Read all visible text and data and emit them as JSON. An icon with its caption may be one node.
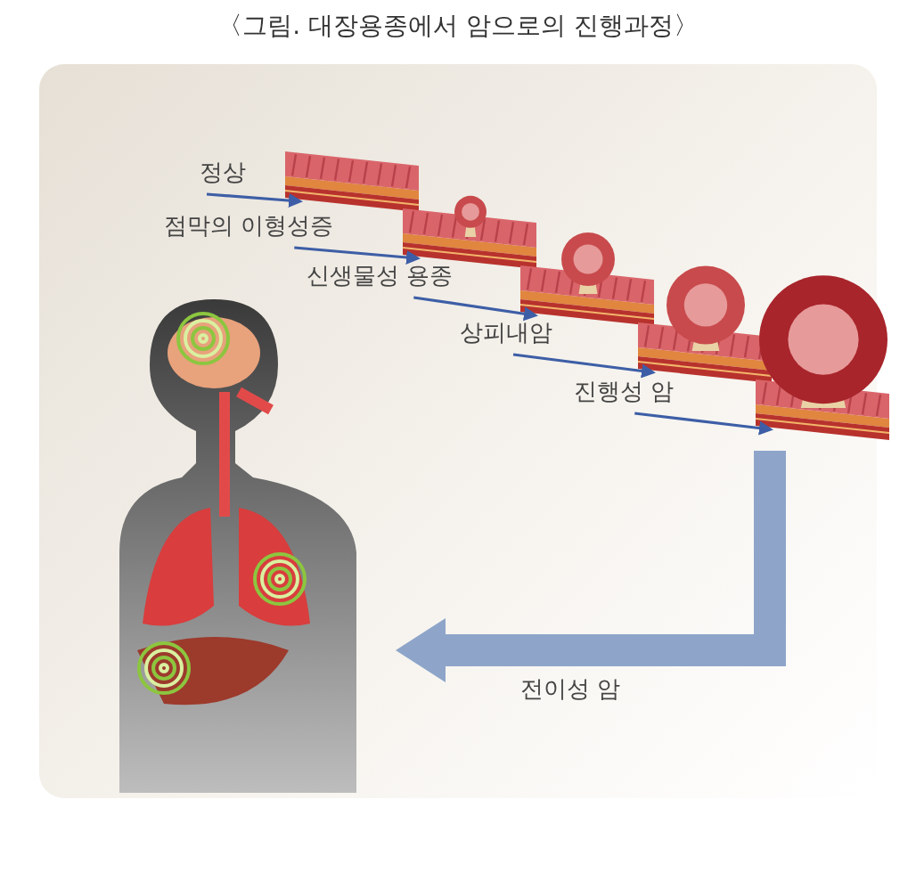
{
  "diagram": {
    "title": "〈그림. 대장용종에서 암으로의 진행과정〉",
    "nodes": [
      {
        "text": [
          "정상"
        ]
      },
      {
        "text": [
          "점막의 이형성증"
        ]
      },
      {
        "text": [
          "신생물성 용종"
        ]
      },
      {
        "text": [
          "상피내암"
        ]
      },
      {
        "text": [
          "진행성 암"
        ]
      },
      {
        "text": [],
        "shape": "picture"
      },
      {
        "text": [],
        "shape": "picture"
      },
      {
        "text": [],
        "shape": "picture"
      },
      {
        "text": [],
        "shape": "picture"
      },
      {
        "text": [],
        "shape": "picture"
      },
      {
        "text": [],
        "shape": "picture"
      }
    ],
    "edges": [
      {
        "from": 0,
        "to": 5,
        "arrow": "to"
      },
      {
        "from": 1,
        "to": 6,
        "arrow": "to"
      },
      {
        "from": 2,
        "to": 7,
        "arrow": "to"
      },
      {
        "from": 3,
        "to": 8,
        "arrow": "to"
      },
      {
        "from": 4,
        "to": 9,
        "arrow": "to"
      },
      {
        "from": 9,
        "to": 10,
        "arrow": "to",
        "label": "전이성 암",
        "style": "thick",
        "color": "#8ea5c9"
      }
    ]
  }
}
